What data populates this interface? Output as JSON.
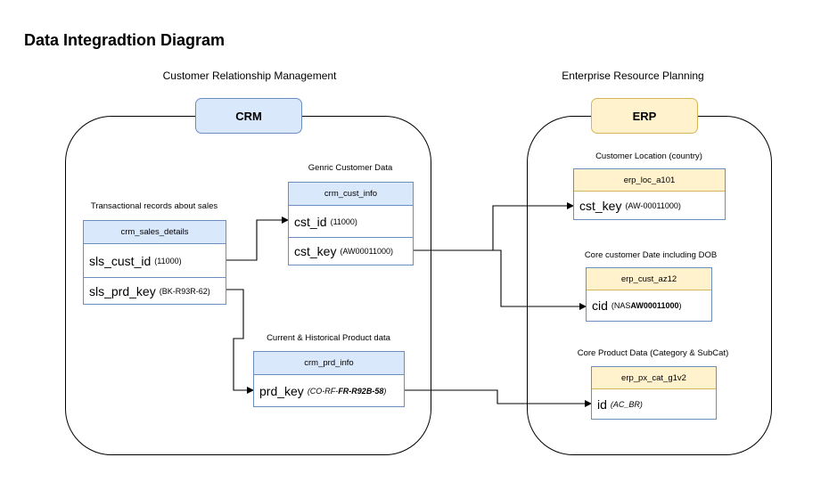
{
  "title": "Data Integradtion Diagram",
  "crm": {
    "caption": "Customer Relationship Management",
    "badge": "CRM",
    "tables": {
      "sales": {
        "caption": "Transactional records about sales",
        "name": "crm_sales_details",
        "rows": [
          {
            "field": "sls_cust_id",
            "value": "(11000)"
          },
          {
            "field": "sls_prd_key",
            "value": "(BK-R93R-62)"
          }
        ]
      },
      "cust": {
        "caption": "Genric Customer Data",
        "name": "crm_cust_info",
        "rows": [
          {
            "field": "cst_id",
            "value": "(11000)"
          },
          {
            "field": "cst_key",
            "value": "(AW00011000)"
          }
        ]
      },
      "prd": {
        "caption": "Current & Historical Product data",
        "name": "crm_prd_info",
        "rows": [
          {
            "field": "prd_key",
            "value_prefix": "(CO-RF-",
            "value_bold": "FR-R92B-58",
            "value_suffix": ")"
          }
        ]
      }
    }
  },
  "erp": {
    "caption": "Enterprise Resource Planning",
    "badge": "ERP",
    "tables": {
      "loc": {
        "caption": "Customer Location (country)",
        "name": "erp_loc_a101",
        "rows": [
          {
            "field": "cst_key",
            "value": "(AW-00011000)"
          }
        ]
      },
      "cust": {
        "caption": "Core customer Date including DOB",
        "name": "erp_cust_az12",
        "rows": [
          {
            "field": "cid",
            "value_prefix": "(NAS",
            "value_bold": "AW00011000",
            "value_suffix": ")"
          }
        ]
      },
      "cat": {
        "caption": "Core Product Data (Category & SubCat)",
        "name": "erp_px_cat_g1v2",
        "rows": [
          {
            "field": "id",
            "value": "(AC_BR)"
          }
        ]
      }
    }
  },
  "colors": {
    "crm_fill": "#dae8fc",
    "crm_stroke": "#6c8ebf",
    "erp_fill": "#fff2cc",
    "erp_stroke": "#d6b656"
  }
}
